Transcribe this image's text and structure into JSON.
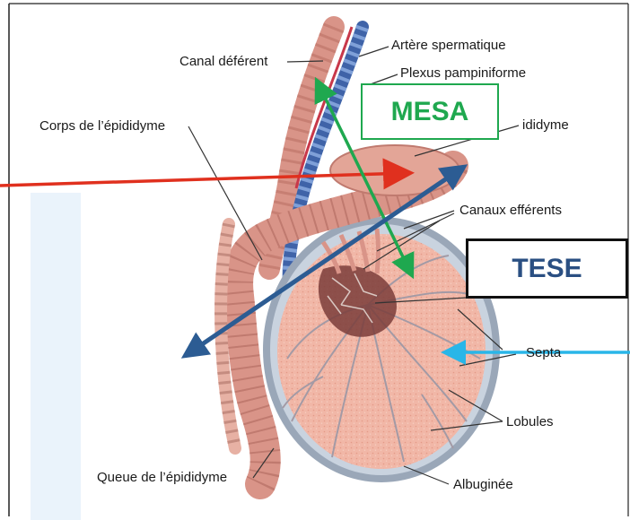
{
  "labels": {
    "canal_deferent": "Canal déférent",
    "artere_spermatique": "Artère spermatique",
    "plexus_pampiniforme": "Plexus pampiniforme",
    "corps_epididyme": "Corps de l’épididyme",
    "tete_epididyme_partial": "ididyme",
    "canaux_efferents": "Canaux efférents",
    "septa": "Septa",
    "lobules": "Lobules",
    "queue_epididyme": "Queue de l’épididyme",
    "albuginee": "Albuginée"
  },
  "boxes": {
    "mesa": "MESA",
    "tese": "TESE"
  },
  "colors": {
    "mesa_green": "#1fa84f",
    "tese_blue": "#2a4f82",
    "red_arrow": "#e0301e",
    "cyan_arrow": "#29b6e8",
    "blue_arrow": "#2c5c93",
    "testis_tissue": "#f1b7a7",
    "epididymis": "#d99488",
    "albuginea": "#9aa7b8"
  },
  "icons": {
    "arrows": [
      "red-arrow-icon",
      "green-double-arrow-icon",
      "blue-double-arrow-icon",
      "cyan-arrow-icon"
    ]
  }
}
